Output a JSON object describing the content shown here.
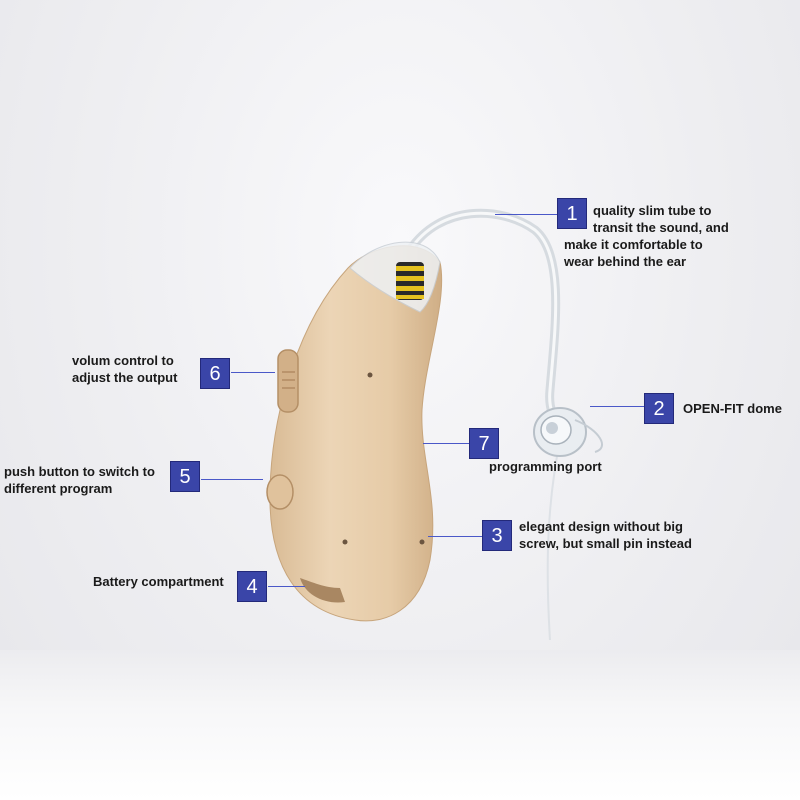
{
  "callouts": [
    {
      "num": "1",
      "lines": [
        "quality slim tube to",
        "transit the sound, and",
        "make it comfortable to",
        "wear behind the ear"
      ]
    },
    {
      "num": "2",
      "lines": [
        "OPEN-FIT dome"
      ]
    },
    {
      "num": "3",
      "lines": [
        "elegant design without big",
        "screw, but small pin instead"
      ]
    },
    {
      "num": "4",
      "lines": [
        "Battery compartment"
      ]
    },
    {
      "num": "5",
      "lines": [
        "push button to switch to",
        "different program"
      ]
    },
    {
      "num": "6",
      "lines": [
        "volum control to",
        "adjust  the output"
      ]
    },
    {
      "num": "7",
      "lines": [
        "programming port"
      ]
    }
  ],
  "colors": {
    "badge": "#3a45a8",
    "device_body": "#e8cfae",
    "leader_line": "#4a58c8"
  }
}
